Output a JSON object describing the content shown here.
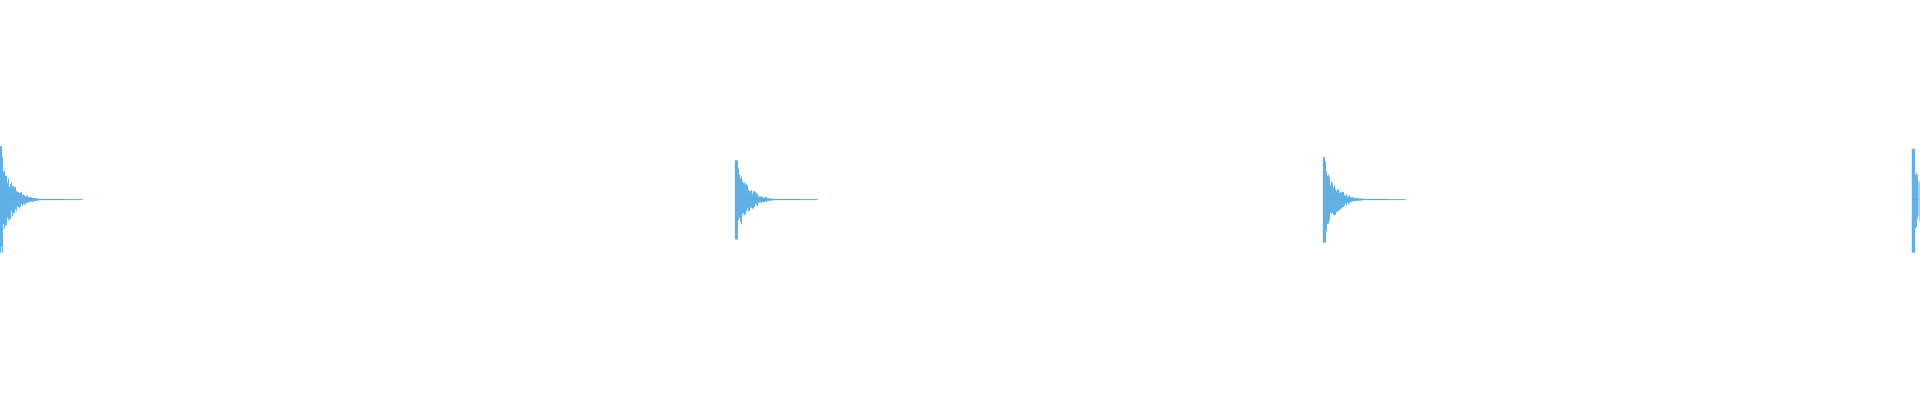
{
  "waveform": {
    "color": "#5aace3",
    "background": "#ffffff",
    "transients": [
      {
        "position": 0.0,
        "peak_top": 0.665,
        "peak_bottom": 0.665,
        "decay": 0.55
      },
      {
        "position": 0.383,
        "peak_top": 0.49,
        "peak_bottom": 0.5,
        "decay": 0.5
      },
      {
        "position": 0.689,
        "peak_top": 0.53,
        "peak_bottom": 0.54,
        "decay": 0.5
      },
      {
        "position": 0.996,
        "peak_top": 0.635,
        "peak_bottom": 0.665,
        "decay": 0.55
      }
    ]
  }
}
